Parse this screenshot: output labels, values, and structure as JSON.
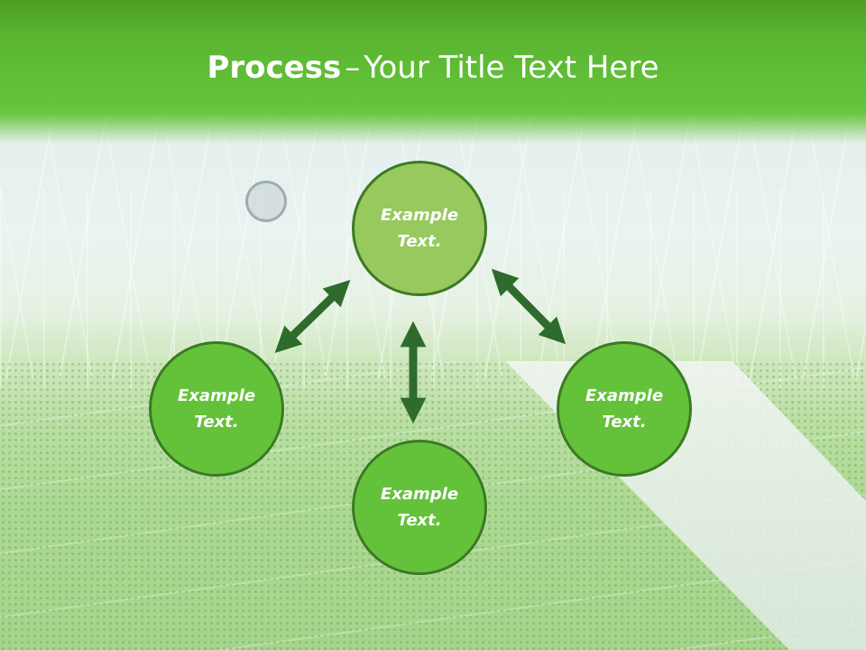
{
  "title": {
    "strong": "Process",
    "separator": "–",
    "rest": "Your Title Text Here"
  },
  "nodes": {
    "top": {
      "label": "Example\nText.",
      "fill": "#97c95f"
    },
    "left": {
      "label": "Example\nText.",
      "fill": "#63c23a"
    },
    "right": {
      "label": "Example\nText.",
      "fill": "#63c23a"
    },
    "bottom": {
      "label": "Example\nText.",
      "fill": "#63c23a"
    }
  },
  "colors": {
    "header": "#5ab530",
    "arrow": "#2f6b2c",
    "node_border": "#3b7a24"
  }
}
